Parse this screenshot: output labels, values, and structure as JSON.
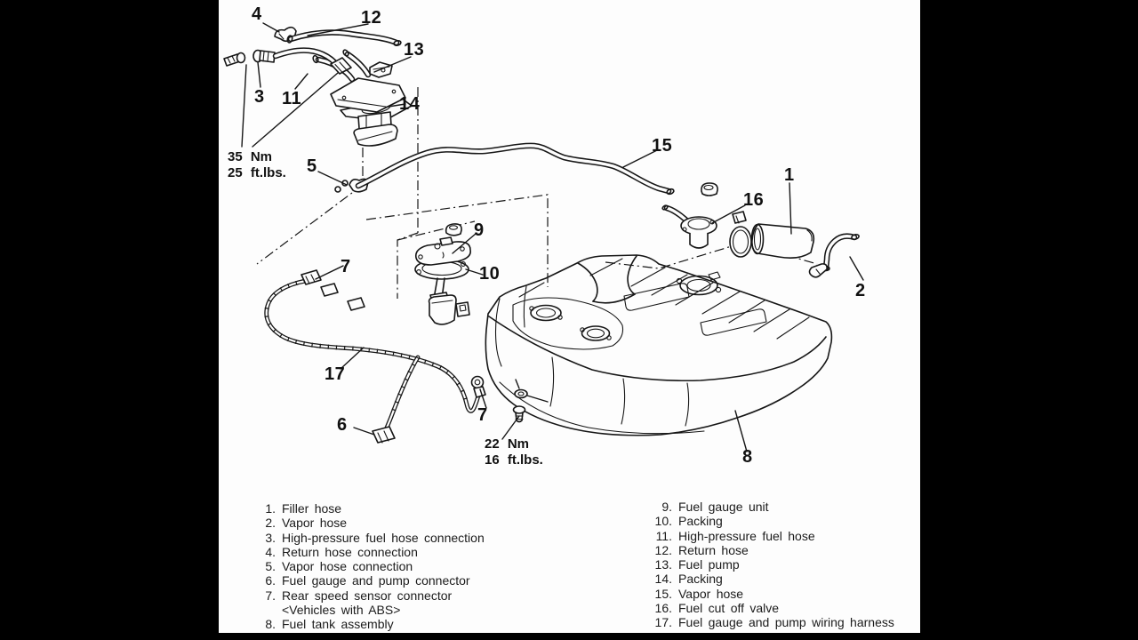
{
  "page": {
    "background": "#fdfdfd",
    "frame_color": "#000000",
    "ink_color": "#161616"
  },
  "callouts": {
    "c1": "1",
    "c2": "2",
    "c3": "3",
    "c4": "4",
    "c5": "5",
    "c6": "6",
    "c7a": "7",
    "c7b": "7",
    "c8": "8",
    "c9": "9",
    "c10": "10",
    "c11": "11",
    "c12": "12",
    "c13": "13",
    "c14": "14",
    "c15": "15",
    "c16": "16",
    "c17": "17"
  },
  "torque": {
    "t35": {
      "line1": "35 Nm",
      "line2": "25 ft.lbs."
    },
    "t22": {
      "line1": "22 Nm",
      "line2": "16 ft.lbs."
    }
  },
  "legend": {
    "left": [
      {
        "num": "1.",
        "text": "Filler hose"
      },
      {
        "num": "2.",
        "text": "Vapor hose"
      },
      {
        "num": "3.",
        "text": "High-pressure fuel hose connection"
      },
      {
        "num": "4.",
        "text": "Return hose connection"
      },
      {
        "num": "5.",
        "text": "Vapor hose connection"
      },
      {
        "num": "6.",
        "text": "Fuel gauge and pump connector"
      },
      {
        "num": "7.",
        "text": "Rear speed sensor connector"
      },
      {
        "num": "",
        "text": "<Vehicles with ABS>"
      },
      {
        "num": "8.",
        "text": "Fuel tank assembly"
      }
    ],
    "right": [
      {
        "num": "9.",
        "text": "Fuel gauge unit"
      },
      {
        "num": "10.",
        "text": "Packing"
      },
      {
        "num": "11.",
        "text": "High-pressure fuel hose"
      },
      {
        "num": "12.",
        "text": "Return hose"
      },
      {
        "num": "13.",
        "text": "Fuel pump"
      },
      {
        "num": "14.",
        "text": "Packing"
      },
      {
        "num": "15.",
        "text": "Vapor hose"
      },
      {
        "num": "16.",
        "text": "Fuel cut off valve"
      },
      {
        "num": "17.",
        "text": "Fuel gauge and pump wiring harness"
      }
    ]
  }
}
